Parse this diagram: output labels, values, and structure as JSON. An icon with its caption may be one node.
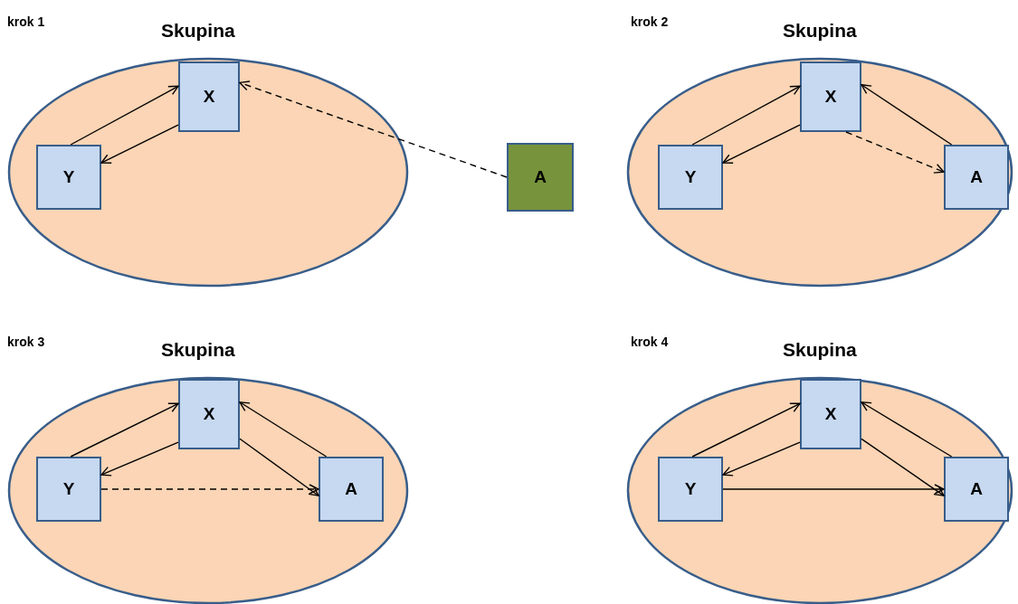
{
  "diagram": {
    "nodes": [
      {
        "text": [
          "Skupina"
        ]
      },
      {
        "text": [
          "X"
        ],
        "in": 0
      },
      {
        "text": [
          "Y"
        ],
        "in": 0
      },
      {
        "text": [
          "A"
        ]
      },
      {
        "text": [
          "Skupina"
        ]
      },
      {
        "text": [
          "X"
        ],
        "in": 4
      },
      {
        "text": [
          "Y"
        ],
        "in": 4
      },
      {
        "text": [
          "A"
        ],
        "in": 4
      },
      {
        "text": [
          "Skupina"
        ]
      },
      {
        "text": [
          "X"
        ],
        "in": 8
      },
      {
        "text": [
          "Y"
        ],
        "in": 8
      },
      {
        "text": [
          "A"
        ],
        "in": 8
      },
      {
        "text": [
          "Skupina"
        ]
      },
      {
        "text": [
          "X"
        ],
        "in": 12
      },
      {
        "text": [
          "Y"
        ],
        "in": 12
      },
      {
        "text": [
          "A"
        ],
        "in": 12
      }
    ],
    "edges": [
      {
        "from": 2,
        "to": 1,
        "arrow": "to"
      },
      {
        "from": 1,
        "to": 2,
        "arrow": "to"
      },
      {
        "from": 3,
        "to": 1,
        "arrow": "to",
        "style": "dashed"
      },
      {
        "from": 6,
        "to": 5,
        "arrow": "to"
      },
      {
        "from": 5,
        "to": 6,
        "arrow": "to"
      },
      {
        "from": 7,
        "to": 5,
        "arrow": "to"
      },
      {
        "from": 5,
        "to": 7,
        "arrow": "to",
        "style": "dashed"
      },
      {
        "from": 10,
        "to": 9,
        "arrow": "to"
      },
      {
        "from": 9,
        "to": 10,
        "arrow": "to"
      },
      {
        "from": 11,
        "to": 9,
        "arrow": "to"
      },
      {
        "from": 9,
        "to": 11,
        "arrow": "to"
      },
      {
        "from": 10,
        "to": 11,
        "arrow": "to",
        "style": "dashed"
      },
      {
        "from": 14,
        "to": 13,
        "arrow": "to"
      },
      {
        "from": 13,
        "to": 14,
        "arrow": "to"
      },
      {
        "from": 15,
        "to": 13,
        "arrow": "to"
      },
      {
        "from": 13,
        "to": 15,
        "arrow": "to"
      },
      {
        "from": 14,
        "to": 15,
        "arrow": "to"
      }
    ],
    "labels": [
      "krok 1",
      "krok 2",
      "krok 3",
      "krok 4"
    ]
  }
}
